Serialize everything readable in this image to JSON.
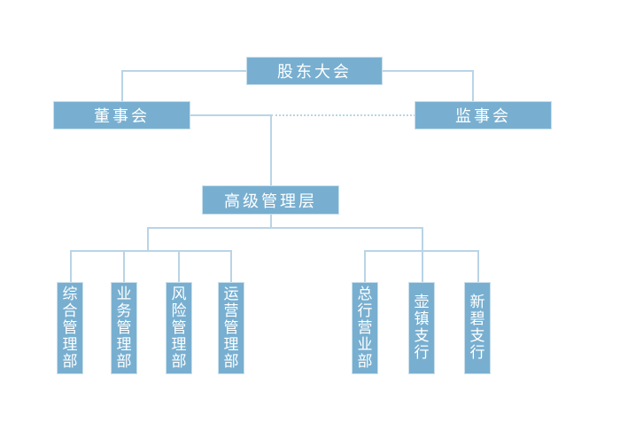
{
  "chart": {
    "top": "股东大会",
    "board": "董事会",
    "supervisory": "监事会",
    "management": "高级管理层",
    "departments": [
      "综合管理部",
      "业务管理部",
      "风险管理部",
      "运营管理部"
    ],
    "branches": [
      "总行营业部",
      "壶镇支行",
      "新碧支行"
    ],
    "colors": {
      "box": "#78afd0",
      "line": "#b9d4e6",
      "text": "#ffffff"
    }
  }
}
